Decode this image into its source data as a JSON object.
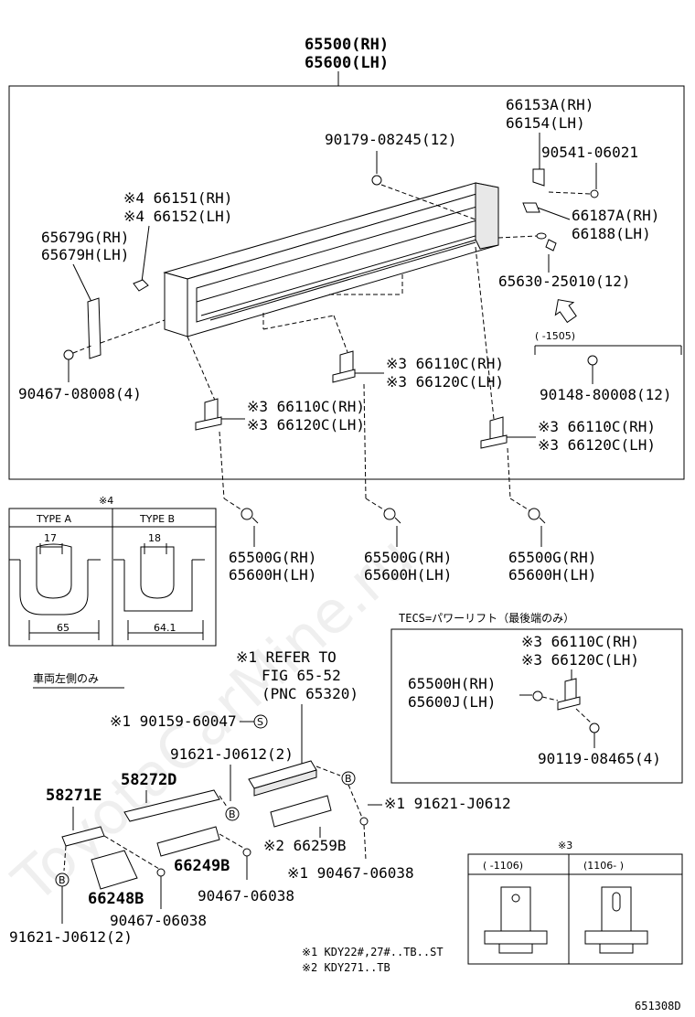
{
  "diagram_id": "651308D",
  "watermark": "ToyotaCarMine.ru",
  "header": {
    "line1": "65500(RH)",
    "line2": "65600(LH)"
  },
  "labels": {
    "p_90179": "90179-08245(12)",
    "p_66153a": "66153A(RH)",
    "p_66154": "66154(LH)",
    "p_90541": "90541-06021",
    "p_66187a": "66187A(RH)",
    "p_66188": "66188(LH)",
    "p_65630": "65630-25010(12)",
    "p_66151": "※4 66151(RH)",
    "p_66152": "※4 66152(LH)",
    "p_65679g": "65679G(RH)",
    "p_65679h": "65679H(LH)",
    "p_90467_08008": "90467-08008(4)",
    "p_66110c_mid": "※3 66110C(RH)",
    "p_66120c_mid": "※3 66120C(LH)",
    "p_66110c_left": "※3 66110C(RH)",
    "p_66120c_left": "※3 66120C(LH)",
    "p_66110c_right": "※3 66110C(RH)",
    "p_66120c_right": "※3 66120C(LH)",
    "range_1505": "(   -1505)",
    "p_90148": "90148-80008(12)",
    "p_65500g_1": "65500G(RH)",
    "p_65600h_1": "65600H(LH)",
    "p_65500g_2": "65500G(RH)",
    "p_65600h_2": "65600H(LH)",
    "p_65500g_3": "65500G(RH)",
    "p_65600h_3": "65600H(LH)",
    "tecs_title": "TECS=パワーリフト（最後端のみ）",
    "tecs_66110c": "※3 66110C(RH)",
    "tecs_66120c": "※3 66120C(LH)",
    "tecs_65500h": "65500H(RH)",
    "tecs_65600j": "65600J(LH)",
    "tecs_90119": "90119-08465(4)",
    "left_side_only": "車両左側のみ",
    "refer_1": "※1 REFER TO",
    "refer_2": "FIG 65-52",
    "refer_3": "(PNC 65320)",
    "p_90159": "※1 90159-60047",
    "p_91621_2_top": "91621-J0612(2)",
    "p_58272d": "58272D",
    "p_58271e": "58271E",
    "p_91621_right": "※1 91621-J0612",
    "p_66259b": "※2 66259B",
    "p_90467_06038_r": "※1 90467-06038",
    "p_66249b": "66249B",
    "p_90467_06038_m": "90467-06038",
    "p_66248b": "66248B",
    "p_90467_06038_l": "90467-06038",
    "p_91621_2_bottom": "91621-J0612(2)",
    "circle_s": "S",
    "circle_b": "B",
    "note4_mark": "※4",
    "type_a": "TYPE A",
    "type_b": "TYPE B",
    "dim_17": "17",
    "dim_18": "18",
    "dim_65": "65",
    "dim_641": "64.1",
    "note3_mark": "※3",
    "range_1106a": "(      -1106)",
    "range_1106b": "(1106-      )",
    "footnote1": "※1 KDY22#,27#..TB..ST",
    "footnote2": "※2 KDY271..TB"
  }
}
